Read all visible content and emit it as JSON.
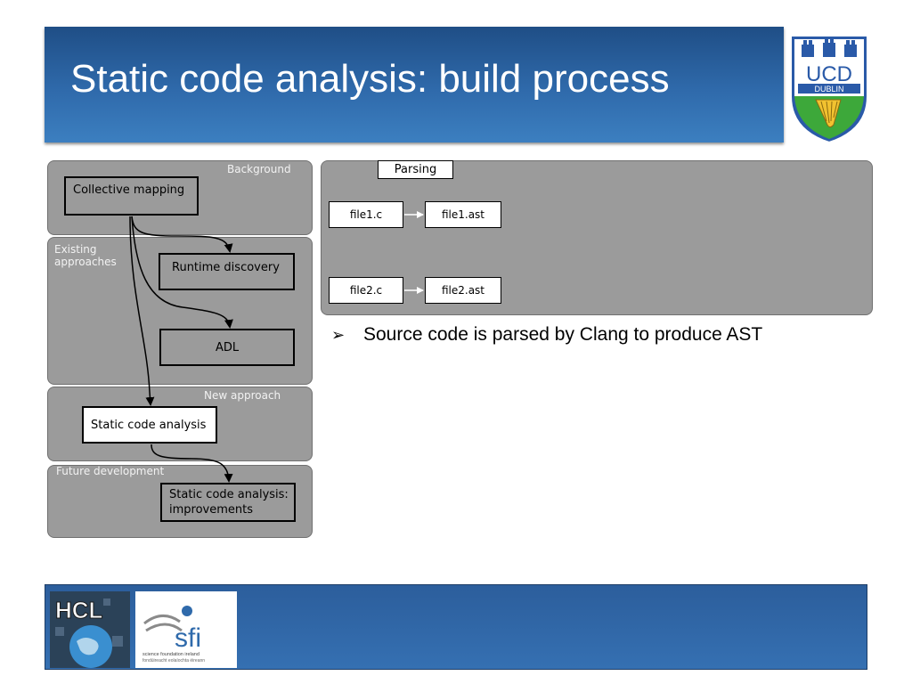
{
  "slide": {
    "title": "Static code analysis: build process",
    "bullet": "Source code is parsed by Clang to produce AST"
  },
  "left_diagram": {
    "panels": [
      {
        "label": "Background"
      },
      {
        "label": "Existing\napproaches"
      },
      {
        "label": "New approach"
      },
      {
        "label": "Future development"
      }
    ],
    "boxes": {
      "collective_mapping": "Collective mapping",
      "runtime_discovery": "Runtime discovery",
      "adl": "ADL",
      "static_code_analysis": "Static code analysis",
      "improvements_line1": "Static code analysis:",
      "improvements_line2": "improvements"
    }
  },
  "right_diagram": {
    "tab_label": "Parsing",
    "rows": [
      {
        "source": "file1.c",
        "target": "file1.ast"
      },
      {
        "source": "file2.c",
        "target": "file2.ast"
      }
    ]
  },
  "crest": {
    "text_top": "UCD",
    "text_bottom": "DUBLIN"
  },
  "footer": {
    "hcl_text": "HCL",
    "sfi_text": "sfi",
    "sfi_caption": "science foundation ireland",
    "sfi_caption2": "fondúireacht eolaíochta éireann"
  },
  "colors": {
    "header_blue": "#2f6aab",
    "panel_gray": "#9b9b9b",
    "footer_blue": "#3570b2"
  }
}
